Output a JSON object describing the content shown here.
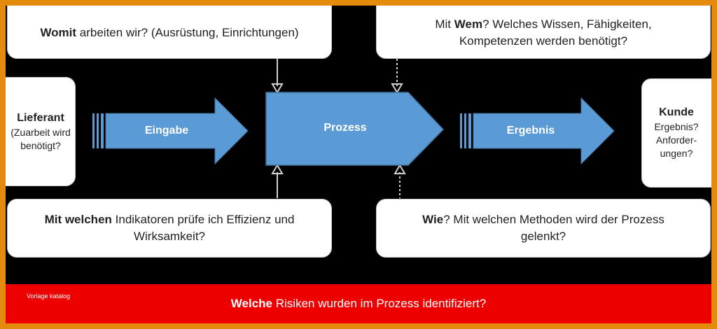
{
  "boxes": {
    "womit": {
      "bold": "Womit",
      "rest": " arbeiten wir? (Ausrüstung, Einrichtungen)"
    },
    "wem": {
      "pre": "Mit ",
      "bold": "Wem",
      "rest": "? Welches Wissen, Fähigkeiten, Kompetenzen werden benötigt?"
    },
    "indikatoren": {
      "bold": "Mit welchen",
      "rest": " Indikatoren prüfe ich Effizienz und Wirksamkeit?"
    },
    "methoden": {
      "bold": "Wie",
      "rest": "? Mit welchen Methoden wird der Prozess gelenkt?"
    },
    "lieferant": {
      "title": "Lieferant",
      "detail": "(Zuarbeit wird benötigt?"
    },
    "kunde": {
      "title": "Kunde",
      "detail": "Ergebnis? Anforder-ungen?"
    }
  },
  "flow": {
    "input": "Eingabe",
    "process": "Prozess",
    "output": "Ergebnis"
  },
  "risk_bar": {
    "bold": "Welche",
    "rest": " Risiken wurden im Prozess identifiziert?"
  },
  "watermark": "Vorlage katalog",
  "colors": {
    "frame": "#e48a0c",
    "arrow": "#5b9bd5",
    "arrow_border": "#41719c",
    "risk_bar": "#ee0000",
    "background": "#000000"
  }
}
